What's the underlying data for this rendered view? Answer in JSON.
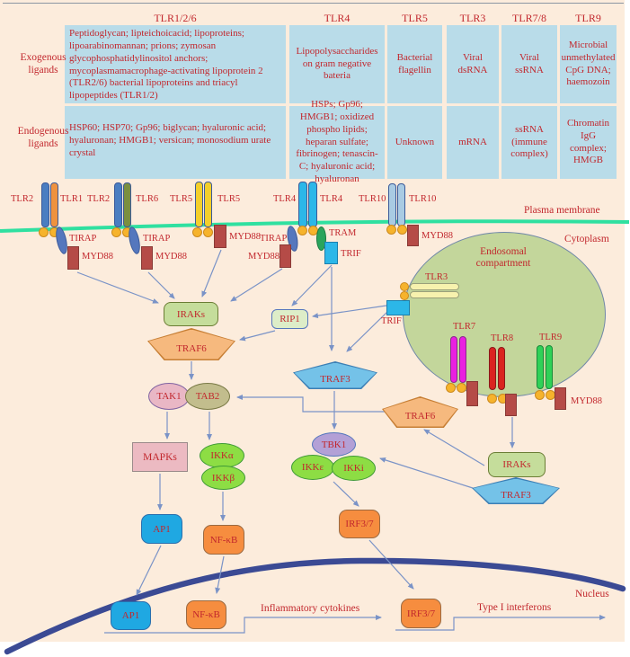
{
  "palette": {
    "background": "#fcecdc",
    "table_cell": "#b9dce9",
    "text_red": "#c2272d",
    "membrane_green": "#2fe0a0",
    "nucleus_blue": "#3b4a94",
    "arrow_blue": "#7a93c7",
    "endosome_green": "#c3d69b",
    "tlr2_blue": "#4a7ec1",
    "tlr1_orange": "#ef923e",
    "tlr6_olive": "#7b8f3f",
    "tlr5_yellow": "#f3cf2b",
    "tlr4_cyan": "#2cb7e8",
    "tlr10_lightblue": "#a9cbe3",
    "tlr3_paleyellow": "#f7f2ae",
    "tlr7_magenta": "#ea1fe1",
    "tlr8_red": "#da2420",
    "tlr9_green": "#2fd157",
    "myd88_brick": "#b54b47",
    "tirap_blue": "#5577bd",
    "tram_green": "#2aa45c",
    "trif_cyan": "#2cb7e8",
    "iraks_green": "#c5dd9b",
    "traf6_orange": "#f6b97e",
    "rip1_pale": "#ddedc8",
    "traf3_blue": "#74c2e8",
    "tak1_pink": "#e9b7c5",
    "tab2_tan": "#c2bd8d",
    "mapks_pink": "#ecbac2",
    "ikk_green": "#8ddd44",
    "tbk1_purple": "#b3a0d6",
    "ap1_blue": "#1fa8e2",
    "nfkb_orange": "#f68d3f"
  },
  "table": {
    "row_labels": {
      "exogenous": "Exogenous ligands",
      "endogenous": "Endogenous ligands"
    },
    "columns": [
      {
        "header": "TLR1/2/6",
        "exogenous": "Peptidoglycan; lipteichoicacid; lipoproteins; lipoarabinomannan; prions; zymosan glycophosphatidylinositol anchors; mycoplasmamacrophage-activating lipoprotein 2 (TLR2/6) bacterial lipoproteins and triacyl lipopeptides (TLR1/2)",
        "endogenous": "HSP60; HSP70; Gp96; biglycan; hyaluronic acid; hyaluronan; HMGB1; versican; monosodium urate crystal"
      },
      {
        "header": "TLR4",
        "exogenous": "Lipopolysaccharides on gram negative bateria",
        "endogenous": "HSPs; Gp96; HMGB1; oxidized phospho lipids; heparan sulfate; fibrinogen; tenascin-C; hyaluronic acid; hyaluronan"
      },
      {
        "header": "TLR5",
        "exogenous": "Bacterial flagellin",
        "endogenous": "Unknown"
      },
      {
        "header": "TLR3",
        "exogenous": "Viral dsRNA",
        "endogenous": "mRNA"
      },
      {
        "header": "TLR7/8",
        "exogenous": "Viral ssRNA",
        "endogenous": "ssRNA (immune complex)"
      },
      {
        "header": "TLR9",
        "exogenous": "Microbial unmethylated CpG DNA; haemozoin",
        "endogenous": "Chromatin IgG complex; HMGB"
      }
    ]
  },
  "regions": {
    "plasma_membrane": "Plasma membrane",
    "cytoplasm": "Cytoplasm",
    "endosome": "Endosomal compartment",
    "nucleus": "Nucleus"
  },
  "receptors": {
    "tlr2_a": "TLR2",
    "tlr1": "TLR1",
    "tlr2_b": "TLR2",
    "tlr6": "TLR6",
    "tlr5_a": "TLR5",
    "tlr5_b": "TLR5",
    "tlr4_a": "TLR4",
    "tlr4_b": "TLR4",
    "tlr10_a": "TLR10",
    "tlr10_b": "TLR10",
    "tlr3": "TLR3",
    "tlr7": "TLR7",
    "tlr8": "TLR8",
    "tlr9": "TLR9"
  },
  "adapters": {
    "tirap_1": "TIRAP",
    "myd88_1": "MYD88",
    "tirap_2": "TIRAP",
    "myd88_2": "MYD88",
    "myd88_3": "MYD88",
    "tirap_3": "TIRAP",
    "myd88_4": "MYD88",
    "tram": "TRAM",
    "trif_1": "TRIF",
    "myd88_5": "MYD88",
    "trif_2": "TRIF",
    "myd88_6": "MYD88"
  },
  "nodes": {
    "iraks_1": "IRAKs",
    "traf6_1": "TRAF6",
    "rip1": "RIP1",
    "traf3_1": "TRAF3",
    "tak1": "TAK1",
    "tab2": "TAB2",
    "mapks": "MAPKs",
    "ikk_alpha": "IKKα",
    "ikk_beta": "IKKβ",
    "tbk1": "TBK1",
    "ikk_epsilon": "IKKε",
    "ikk_i": "IKKi",
    "traf6_2": "TRAF6",
    "iraks_2": "IRAKs",
    "traf3_2": "TRAF3",
    "ap1_1": "AP1",
    "nfkb_1": "NF-κB",
    "irf37_1": "IRF3/7",
    "ap1_2": "AP1",
    "nfkb_2": "NF-κB",
    "irf37_2": "IRF3/7"
  },
  "outputs": {
    "inflammatory_cytokines": "Inflammatory cytokines",
    "type_i_interferons": "Type I interferons"
  }
}
